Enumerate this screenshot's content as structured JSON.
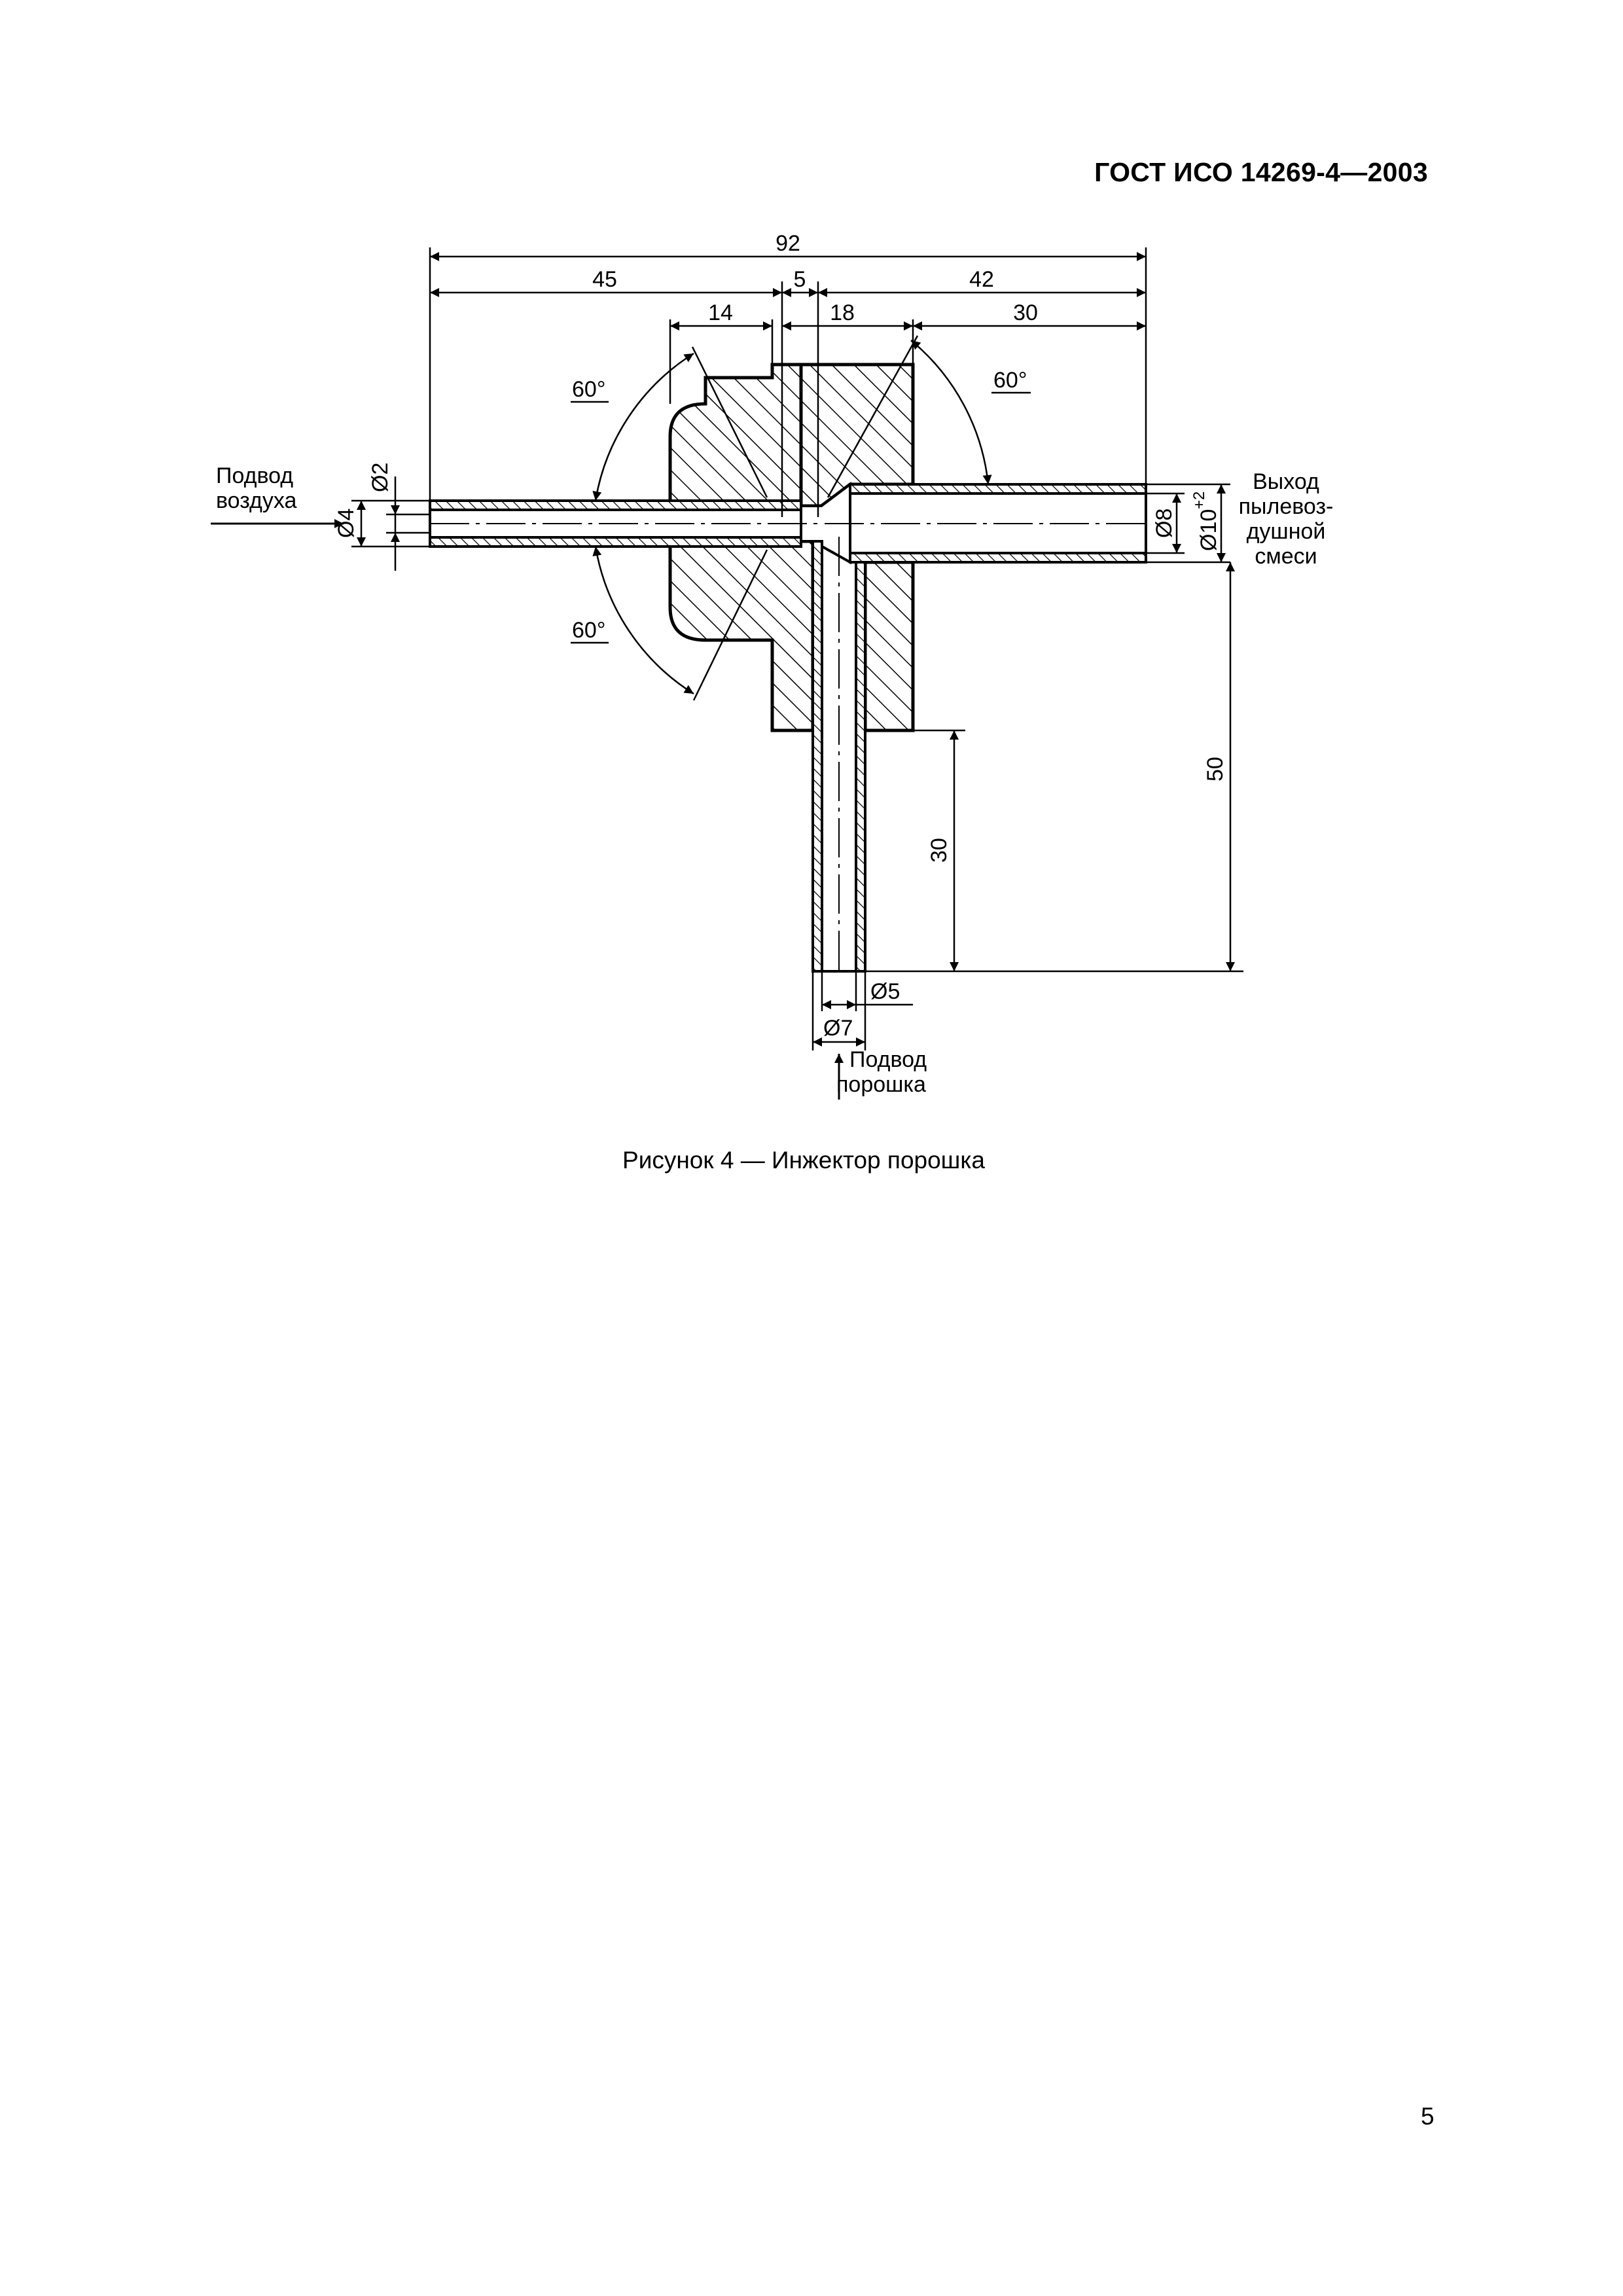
{
  "header": {
    "doc_id": "ГОСТ ИСО 14269-4—2003"
  },
  "figure": {
    "dimensions": {
      "total": "92",
      "left": "45",
      "middle": "5",
      "right": "42",
      "dim14": "14",
      "dim18": "18",
      "dim30_top": "30",
      "angle_top_left": "60°",
      "angle_top_right": "60°",
      "angle_bottom_left": "60°",
      "d2": "Ø2",
      "d4": "Ø4",
      "d8": "Ø8",
      "d10": "Ø10",
      "d10_tol": "+2",
      "height50": "50",
      "height30": "30",
      "d5": "Ø5",
      "d7": "Ø7"
    },
    "labels": {
      "air_in": [
        "Подвод",
        "воздуха"
      ],
      "mix_out": [
        "Выход",
        "пылевоз-",
        "душной",
        "смеси"
      ],
      "powder_in": [
        "Подвод",
        "порошка"
      ]
    }
  },
  "caption": "Рисунок 4 — Инжектор порошка",
  "page_number": "5"
}
